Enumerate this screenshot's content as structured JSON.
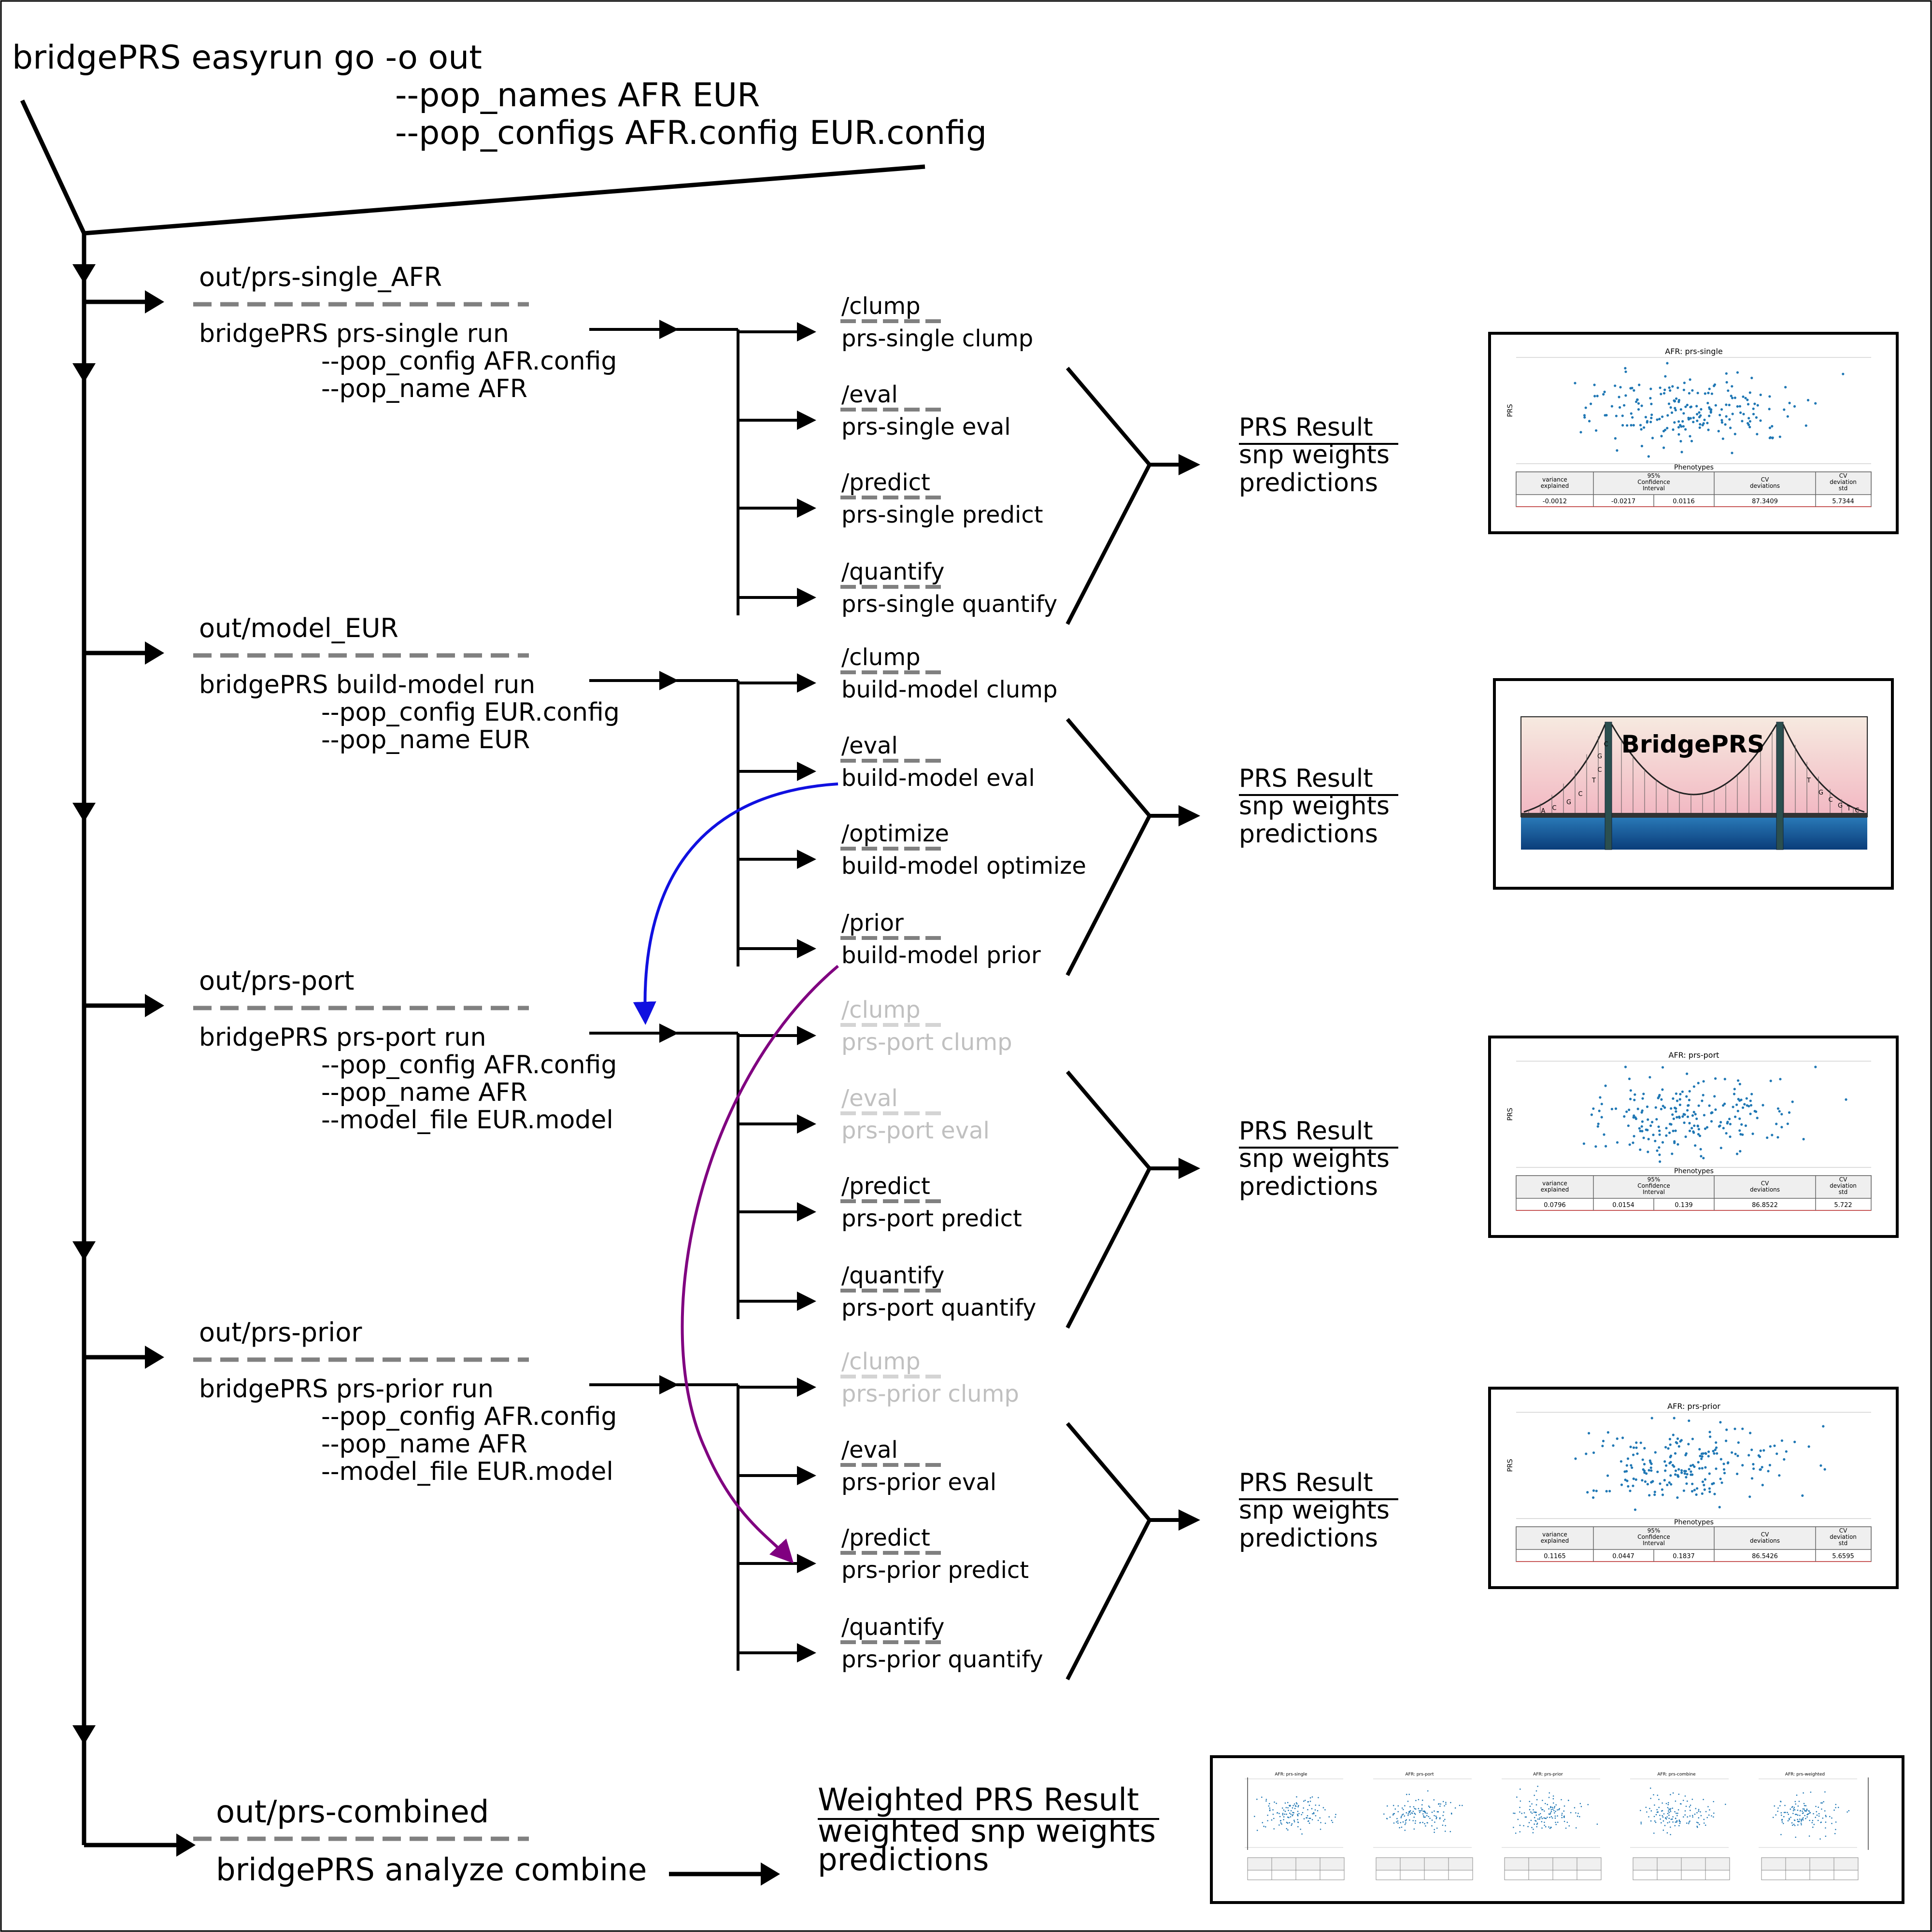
{
  "command": {
    "line1": "bridgePRS easyrun go -o out",
    "line2": "--pop_names AFR EUR",
    "line3": "--pop_configs AFR.config EUR.config"
  },
  "sections": [
    {
      "dir": "out/prs-single_AFR",
      "cmd": [
        "bridgePRS prs-single run",
        "--pop_config AFR.config",
        "--pop_name AFR"
      ],
      "steps": [
        {
          "name": "/clump",
          "desc": "prs-single clump",
          "faded": false
        },
        {
          "name": "/eval",
          "desc": "prs-single eval",
          "faded": false
        },
        {
          "name": "/predict",
          "desc": "prs-single predict",
          "faded": false
        },
        {
          "name": "/quantify",
          "desc": "prs-single quantify",
          "faded": false
        }
      ],
      "result": [
        "PRS Result",
        "snp weights",
        "predictions"
      ]
    },
    {
      "dir": "out/model_EUR",
      "cmd": [
        "bridgePRS build-model run",
        "--pop_config EUR.config",
        "--pop_name EUR"
      ],
      "steps": [
        {
          "name": "/clump",
          "desc": "build-model clump",
          "faded": false
        },
        {
          "name": "/eval",
          "desc": "build-model eval",
          "faded": false
        },
        {
          "name": "/optimize",
          "desc": "build-model optimize",
          "faded": false
        },
        {
          "name": "/prior",
          "desc": "build-model prior",
          "faded": false
        }
      ],
      "result": [
        "PRS Result",
        "snp weights",
        "predictions"
      ]
    },
    {
      "dir": "out/prs-port",
      "cmd": [
        "bridgePRS prs-port run",
        "--pop_config AFR.config",
        "--pop_name AFR",
        "--model_file EUR.model"
      ],
      "steps": [
        {
          "name": "/clump",
          "desc": "prs-port clump",
          "faded": true
        },
        {
          "name": "/eval",
          "desc": "prs-port eval",
          "faded": true
        },
        {
          "name": "/predict",
          "desc": "prs-port predict",
          "faded": false
        },
        {
          "name": "/quantify",
          "desc": "prs-port quantify",
          "faded": false
        }
      ],
      "result": [
        "PRS Result",
        "snp weights",
        "predictions"
      ]
    },
    {
      "dir": "out/prs-prior",
      "cmd": [
        "bridgePRS prs-prior run",
        "--pop_config AFR.config",
        "--pop_name AFR",
        "--model_file EUR.model"
      ],
      "steps": [
        {
          "name": "/clump",
          "desc": "prs-prior clump",
          "faded": true
        },
        {
          "name": "/eval",
          "desc": "prs-prior eval",
          "faded": false
        },
        {
          "name": "/predict",
          "desc": "prs-prior predict",
          "faded": false
        },
        {
          "name": "/quantify",
          "desc": "prs-prior quantify",
          "faded": false
        }
      ],
      "result": [
        "PRS Result",
        "snp weights",
        "predictions"
      ]
    }
  ],
  "thumbnails": [
    {
      "title": "AFR: prs-single",
      "ylabel": "PRS",
      "xlabel": "Phenotypes",
      "headers": [
        "variance explained",
        "95% Confidence Interval",
        "",
        "CV deviations",
        "CV deviation std"
      ],
      "values": [
        "-0.0012",
        "-0.0217",
        "0.0116",
        "87.3409",
        "5.7344"
      ]
    },
    {
      "title": "AFR: prs-port",
      "ylabel": "PRS",
      "xlabel": "Phenotypes",
      "headers": [
        "variance explained",
        "95% Confidence Interval",
        "",
        "CV deviations",
        "CV deviation std"
      ],
      "values": [
        "0.0796",
        "0.0154",
        "0.139",
        "86.8522",
        "5.722"
      ]
    },
    {
      "title": "AFR: prs-prior",
      "ylabel": "PRS",
      "xlabel": "Phenotypes",
      "headers": [
        "variance explained",
        "95% Confidence Interval",
        "",
        "CV deviations",
        "CV deviation std"
      ],
      "values": [
        "0.1165",
        "0.0447",
        "0.1837",
        "86.5426",
        "5.6595"
      ]
    }
  ],
  "logo": {
    "text": "BridgePRS",
    "letters": [
      "A",
      "C",
      "G",
      "C",
      "T",
      "C",
      "G",
      "C",
      "T",
      "G",
      "C",
      "G",
      "T",
      "C"
    ]
  },
  "combined": {
    "dir": "out/prs-combined",
    "cmd": "bridgePRS analyze combine",
    "result": [
      "Weighted PRS Result",
      "weighted snp weights",
      "predictions"
    ]
  },
  "mini": [
    {
      "title": "AFR: prs-single"
    },
    {
      "title": "AFR: prs-port"
    },
    {
      "title": "AFR: prs-prior"
    },
    {
      "title": "AFR: prs-combine"
    },
    {
      "title": "AFR: prs-weighted"
    }
  ],
  "colors": {
    "blue_arrow": "#1010e0",
    "purple_arrow": "#800080",
    "dash": "#808080",
    "faded": "#c0c0c0",
    "scatter": "#1f77b4"
  }
}
